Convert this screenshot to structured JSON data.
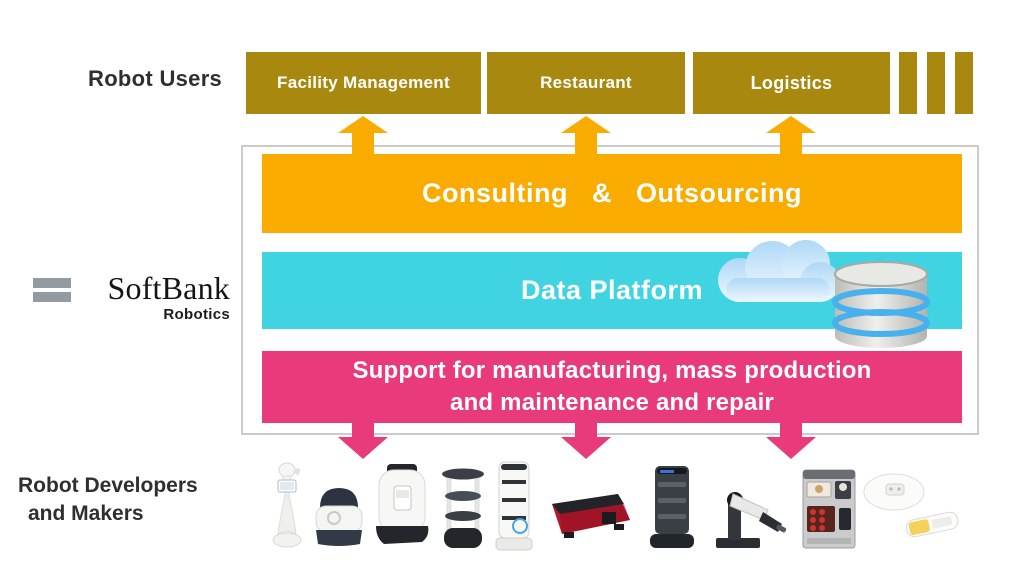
{
  "header": {
    "robot_users_label": "Robot Users"
  },
  "robot_user_segments": [
    {
      "label": "Facility Management"
    },
    {
      "label": "Restaurant"
    },
    {
      "label": "Logistics"
    }
  ],
  "layers": {
    "consulting": {
      "label": "Consulting & Outsourcing",
      "color": "#F9AB00"
    },
    "data_platform": {
      "label": "Data Platform",
      "color": "#40D4E2"
    },
    "support": {
      "line1": "Support for manufacturing, mass production",
      "line2": "and maintenance and repair",
      "color": "#E93A7C"
    }
  },
  "logo": {
    "brand": "SoftBank",
    "division": "Robotics"
  },
  "footer": {
    "line1": "Robot Developers",
    "line2": "and Makers"
  },
  "colors": {
    "segment_gold": "#A9880F",
    "arrow_orange": "#F9AB00",
    "arrow_pink": "#E93A7C",
    "frame_border": "#CBCBCB",
    "text_dark": "#2F2F2F"
  },
  "icons": {
    "cloud": "cloud-icon",
    "database": "database-icon",
    "robots": [
      "pepper-humanoid-robot-image",
      "whiz-vacuum-robot-image",
      "floor-scrubber-robot-image",
      "servi-tray-robot-image",
      "shelf-delivery-robot-image",
      "red-agv-robot-image",
      "rack-delivery-robot-image",
      "robotic-arm-image",
      "vending-robot-image",
      "oval-device-image",
      "handheld-device-image"
    ]
  }
}
